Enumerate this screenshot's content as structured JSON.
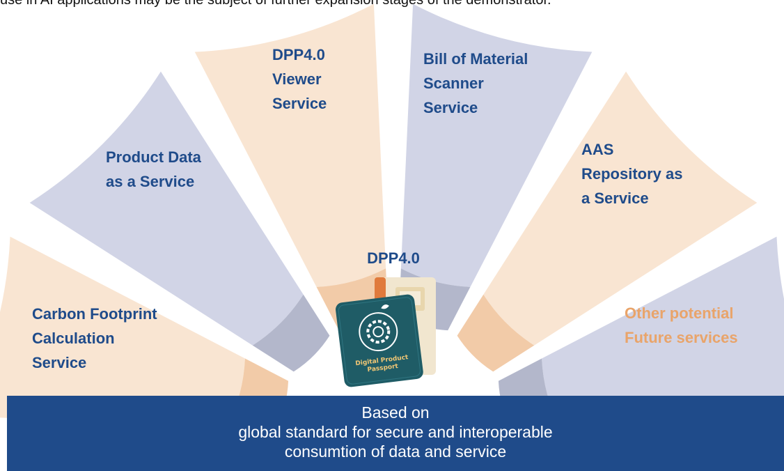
{
  "caption": "use in AI applications may be the subject of further expansion stages of the demonstrator.",
  "center": {
    "title": "DPP4.0",
    "passport_label": [
      "Digital Product",
      "Passport"
    ]
  },
  "segments": [
    {
      "id": "carbon",
      "lines": [
        "Carbon Footprint",
        "Calculation",
        "Service"
      ],
      "style": "peach"
    },
    {
      "id": "pdaas",
      "lines": [
        "Product Data",
        "as a Service"
      ],
      "style": "lavender"
    },
    {
      "id": "viewer",
      "lines": [
        "DPP4.0",
        "Viewer",
        "Service"
      ],
      "style": "peach"
    },
    {
      "id": "bom",
      "lines": [
        "Bill of Material",
        "Scanner",
        "Service"
      ],
      "style": "lavender"
    },
    {
      "id": "aas",
      "lines": [
        "AAS",
        "Repository as",
        " a Service"
      ],
      "style": "peach"
    },
    {
      "id": "future",
      "lines": [
        "Other potential",
        "Future services"
      ],
      "style": "lavender"
    }
  ],
  "base": {
    "lines": [
      "Based on",
      "global standard for secure and interoperable",
      "consumtion of data and service"
    ]
  },
  "colors": {
    "peach": "#f9e5d2",
    "peach_inner": "#f2cba8",
    "lavender": "#d1d4e6",
    "lavender_inner": "#b3b7cb",
    "label_blue": "#1f4b8a",
    "label_orange": "#e9a46a",
    "base_blue": "#1f4b8a",
    "passport_green": "#1f5c66"
  }
}
